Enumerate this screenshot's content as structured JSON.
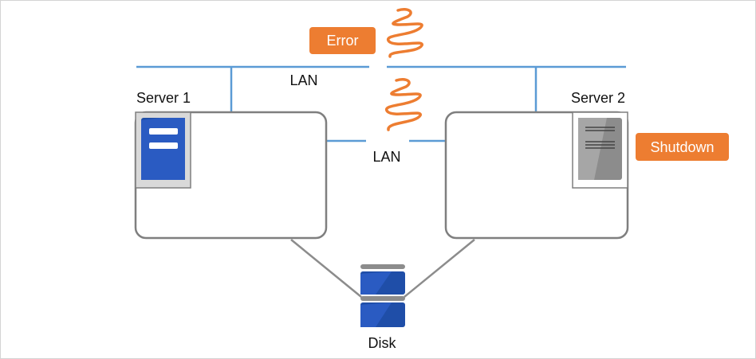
{
  "diagram": {
    "lan_top_label": "LAN",
    "lan_mid_label": "LAN",
    "server1_label": "Server 1",
    "server2_label": "Server 2",
    "disk_label": "Disk",
    "error_badge": "Error",
    "shutdown_badge": "Shutdown"
  },
  "colors": {
    "network_line": "#5b9bd5",
    "accent_orange": "#ed7d31",
    "box_stroke": "#7f7f7f",
    "server_active": "#1f4ea8",
    "server_inactive": "#8c8c8c"
  }
}
